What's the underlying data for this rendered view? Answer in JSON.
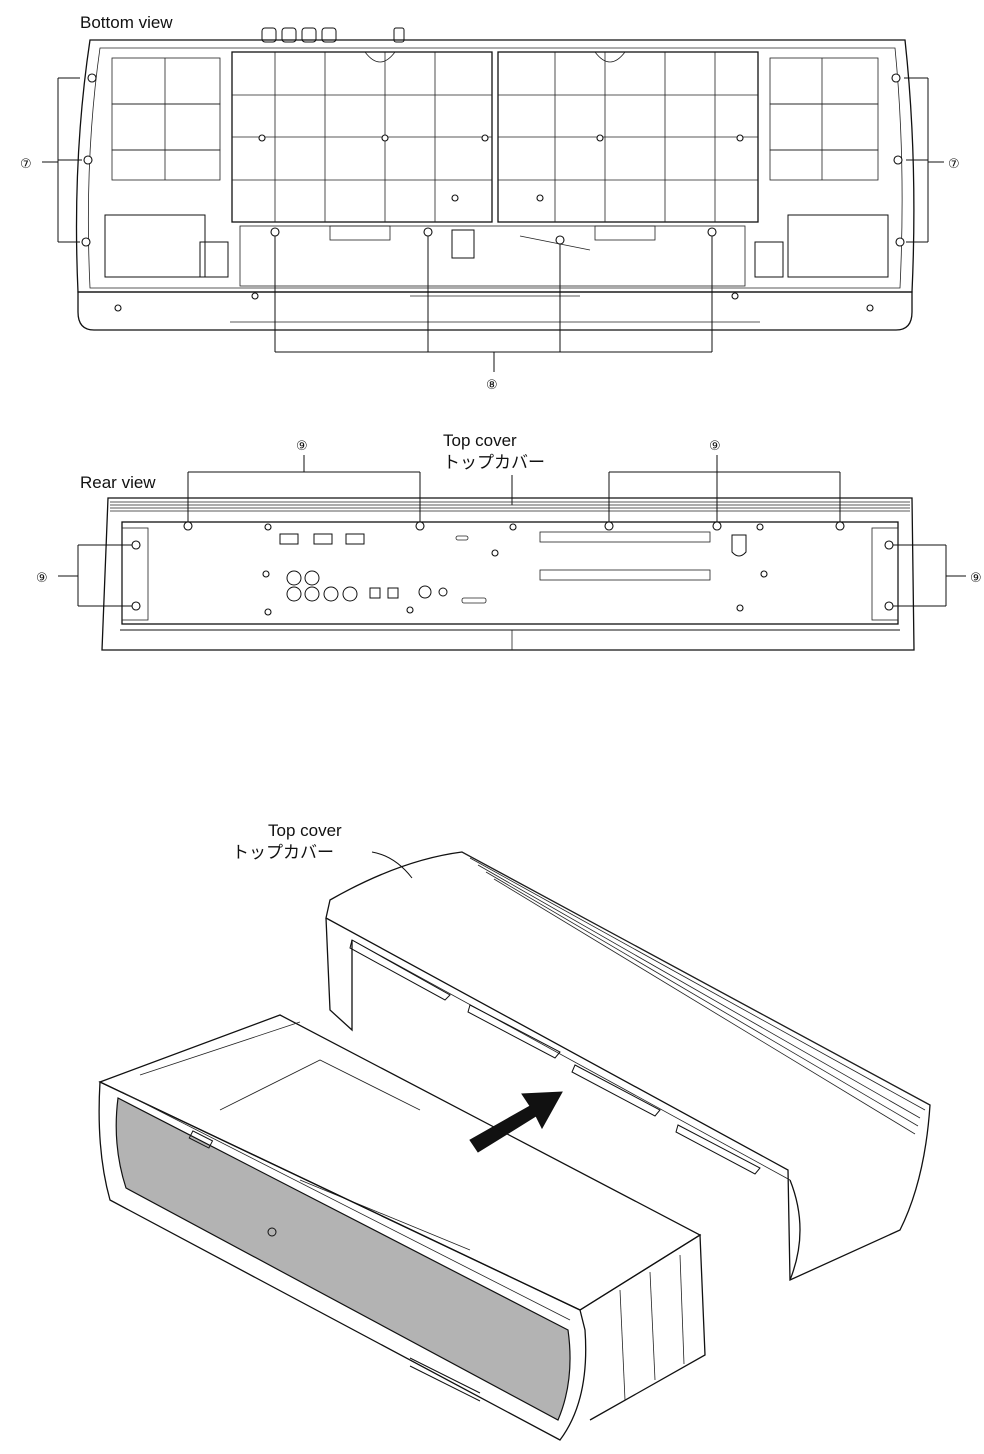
{
  "labels": {
    "bottom_view": "Bottom view",
    "rear_view": "Rear view",
    "top_cover_en_1": "Top cover",
    "top_cover_jp_1": "トップカバー",
    "top_cover_en_2": "Top cover",
    "top_cover_jp_2": "トップカバー"
  },
  "callouts": {
    "n7_left": "⑦",
    "n7_right": "⑦",
    "n8": "⑧",
    "n9_top_left": "⑨",
    "n9_top_right": "⑨",
    "n9_side_left": "⑨",
    "n9_side_right": "⑨"
  },
  "colors": {
    "line": "#111111",
    "grille": "#b3b3b3",
    "background": "#ffffff"
  }
}
